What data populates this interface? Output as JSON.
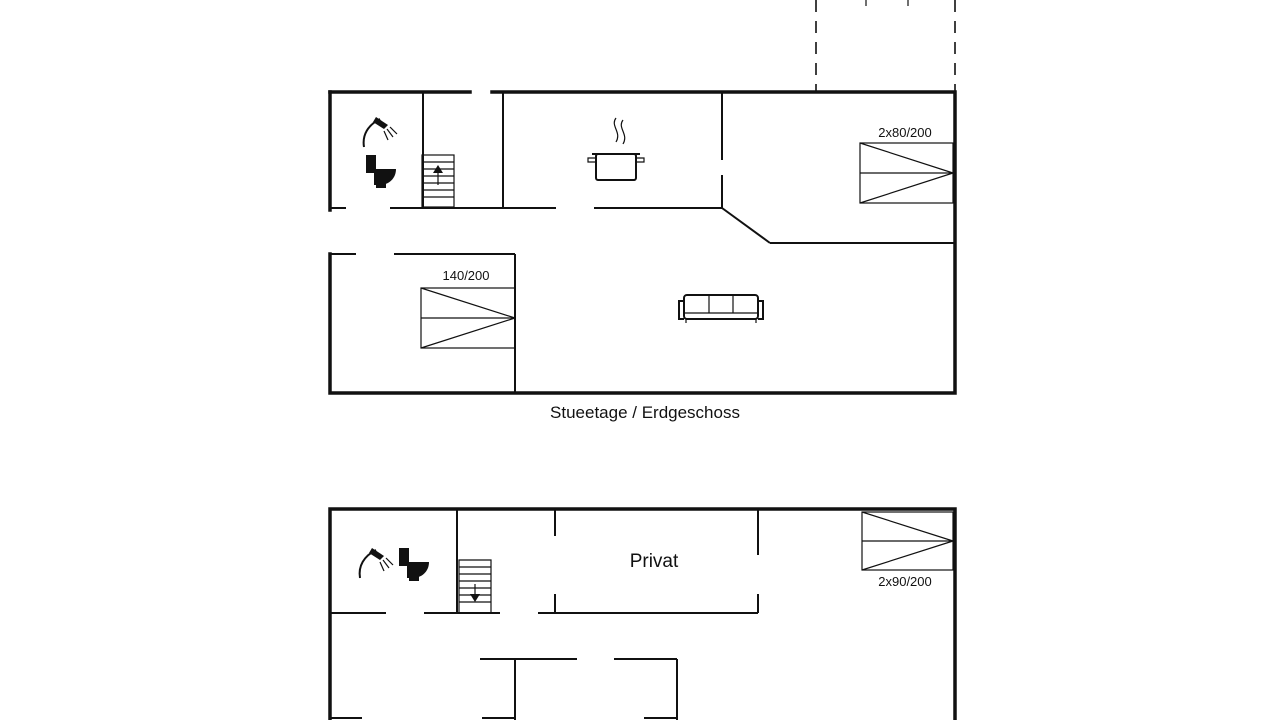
{
  "floors": [
    {
      "caption": "Stueetage / Erdgeschoss",
      "beds": [
        "2x80/200",
        "140/200"
      ]
    },
    {
      "room_label": "Privat",
      "beds": [
        "2x90/200"
      ]
    }
  ]
}
